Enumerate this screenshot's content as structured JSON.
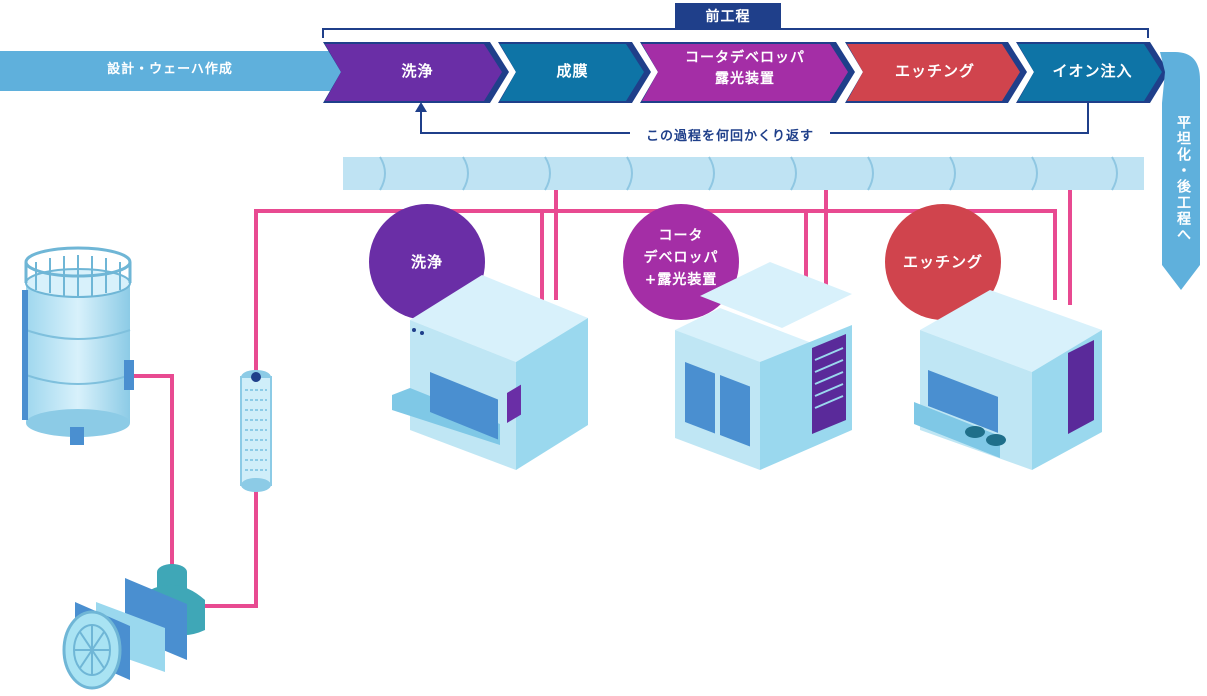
{
  "header": {
    "front_end_label": "前工程"
  },
  "flow": {
    "start_label": "設計・ウェーハ作成",
    "steps": [
      {
        "label": "洗浄",
        "color": "#6a2ea6"
      },
      {
        "label": "成膜",
        "color": "#0e74a6"
      },
      {
        "label_line1": "コータデベロッパ",
        "label_line2": "露光装置",
        "color": "#a42ea6"
      },
      {
        "label": "エッチング",
        "color": "#d0444d"
      },
      {
        "label": "イオン注入",
        "color": "#0e74a6"
      }
    ],
    "repeat_label": "この過程を何回かくり返す",
    "end_label": "平坦化・後工程へ"
  },
  "equipment": [
    {
      "label": "洗浄",
      "color": "#6a2ea6"
    },
    {
      "label_line1": "コータ",
      "label_line2": "デベロッパ",
      "label_line3": "+露光装置",
      "color": "#a42ea6"
    },
    {
      "label": "エッチング",
      "color": "#d0444d"
    }
  ],
  "colors": {
    "pipe": "#e84a91",
    "arrow_light": "#5fb0dc",
    "accent_navy": "#1f3f8a",
    "machine": "#bfe6f4",
    "duct": "#bfe3f3"
  },
  "icons": [
    "water-tank-icon",
    "pump-icon",
    "filter-icon",
    "wash-station-icon",
    "coater-developer-icon",
    "etching-machine-icon",
    "duct-icon"
  ]
}
